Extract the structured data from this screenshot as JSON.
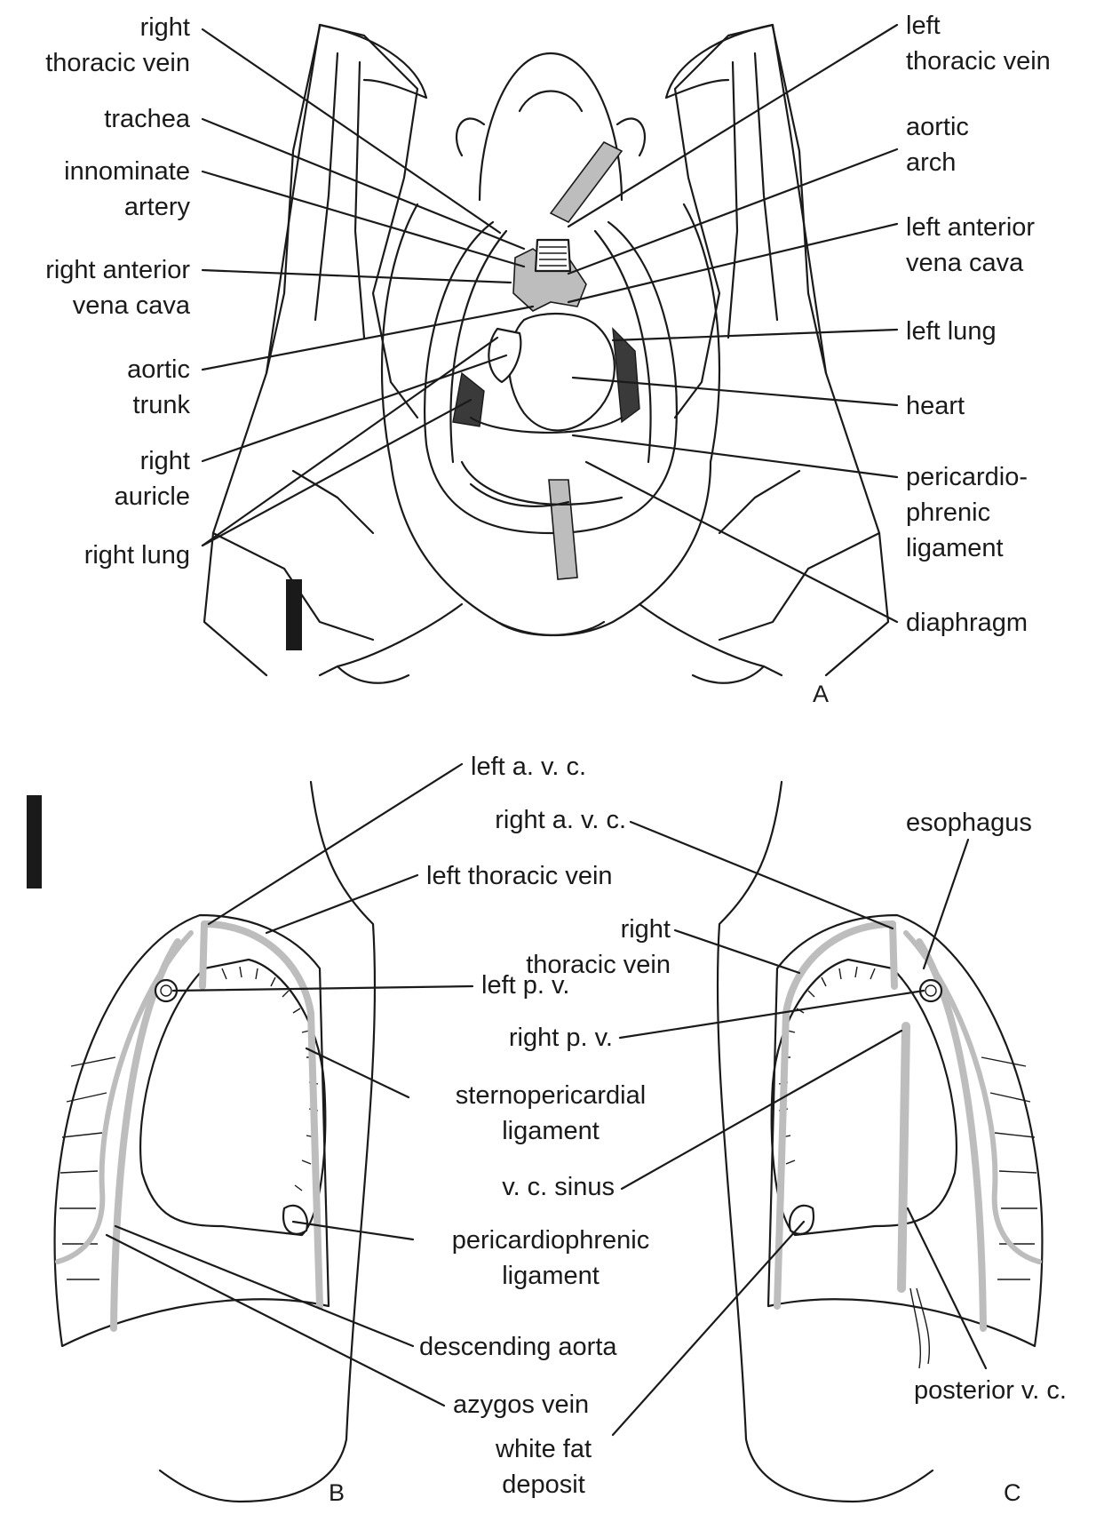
{
  "panel_A": {
    "plate_label": "A",
    "labels_left": [
      "right thoracic vein",
      "trachea",
      "innominate artery",
      "right anterior vena cava",
      "aortic trunk",
      "right auricle",
      "right lung"
    ],
    "labels_right": [
      "left thoracic vein",
      "aortic arch",
      "left anterior vena cava",
      "left lung",
      "heart",
      "pericardio-phrenic ligament",
      "diaphragm"
    ]
  },
  "panel_B": {
    "plate_label": "B",
    "labels": [
      "left a. v. c.",
      "left thoracic vein",
      "left p. v.",
      "sternopericardial ligament",
      "pericardiophrenic ligament",
      "descending aorta",
      "azygos vein"
    ]
  },
  "panel_C": {
    "plate_label": "C",
    "labels": [
      "right a. v. c.",
      "esophagus",
      "right thoracic vein",
      "right p. v.",
      "v. c. sinus",
      "white fat deposit",
      "posterior v. c."
    ]
  },
  "colors": {
    "ink": "#1a1a1a",
    "vessel_grey": "#bdbdbd",
    "lung_dark": "#3a3a3a",
    "scale_bar": "#1a1a1a"
  }
}
